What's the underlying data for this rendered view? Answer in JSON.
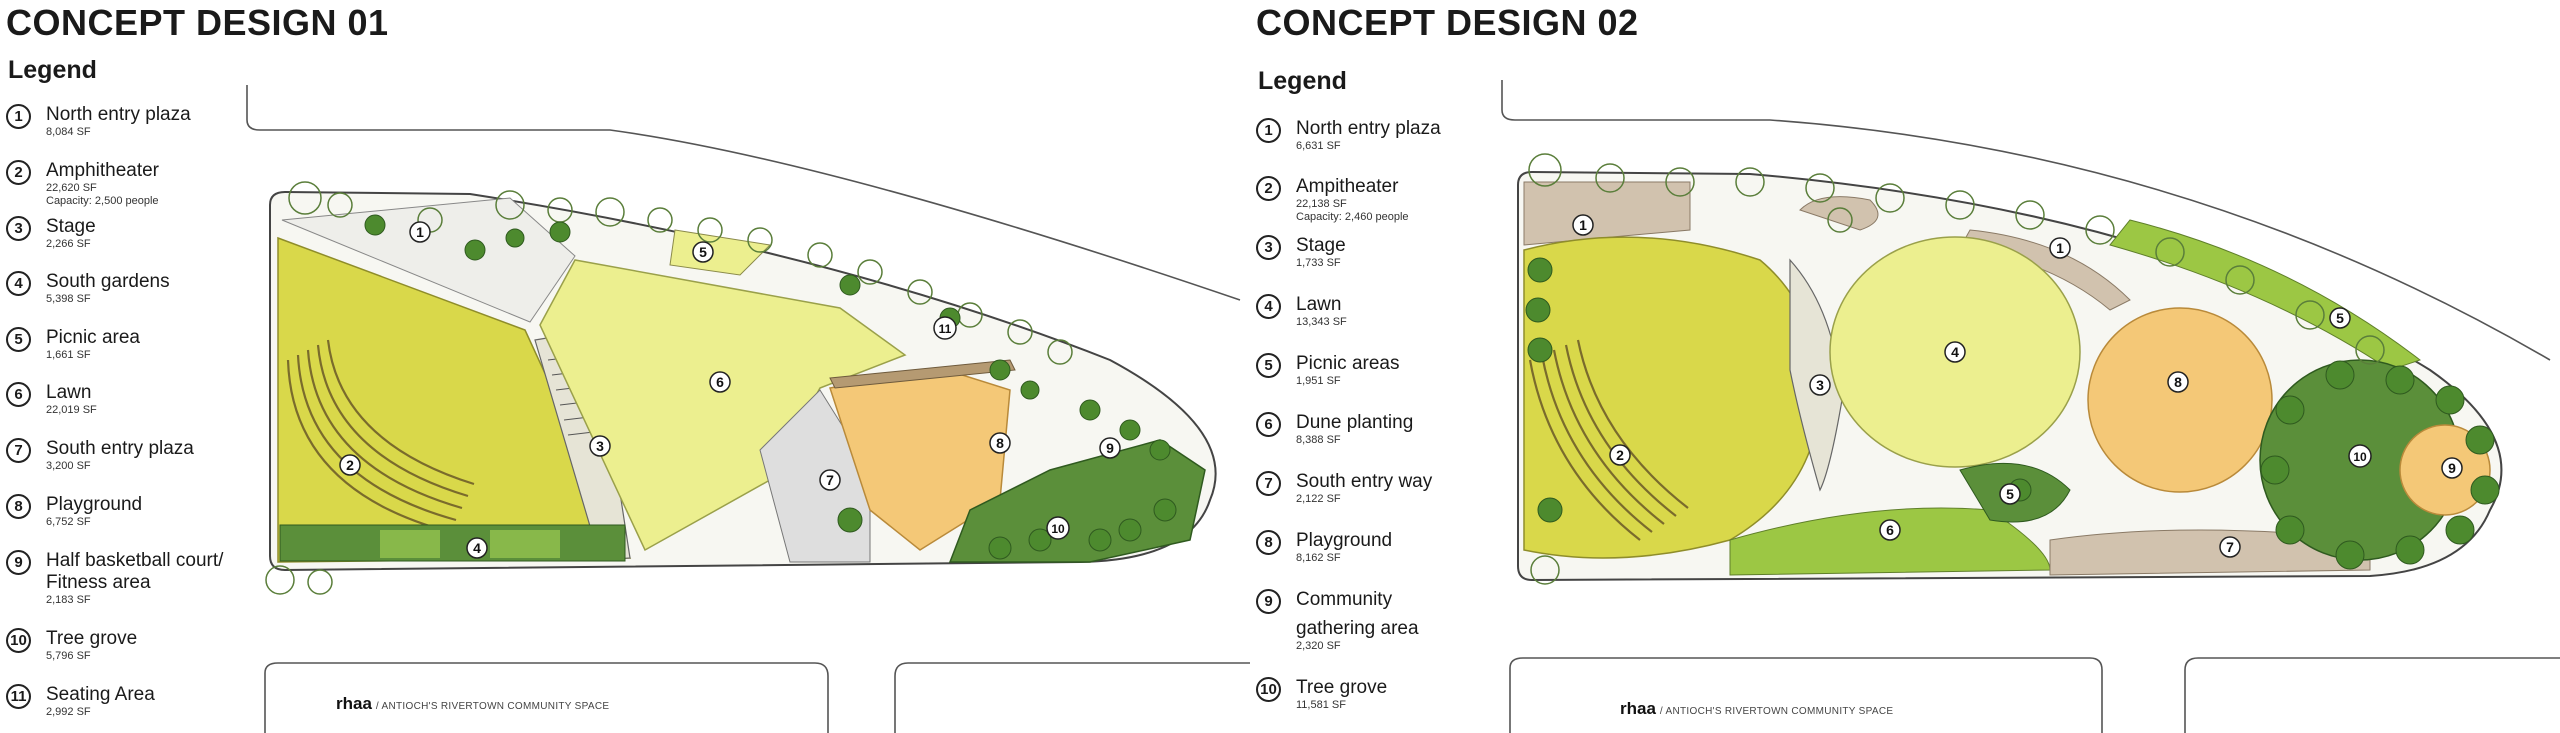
{
  "concept1": {
    "title": "CONCEPT DESIGN 01",
    "legend_title": "Legend",
    "items": [
      {
        "num": "1",
        "name": "North entry plaza",
        "area": "8,084 SF"
      },
      {
        "num": "2",
        "name": "Amphitheater",
        "area": "22,620 SF",
        "extra": "Capacity: 2,500 people"
      },
      {
        "num": "3",
        "name": "Stage",
        "area": "2,266 SF"
      },
      {
        "num": "4",
        "name": "South gardens",
        "area": "5,398 SF"
      },
      {
        "num": "5",
        "name": "Picnic area",
        "area": "1,661 SF"
      },
      {
        "num": "6",
        "name": "Lawn",
        "area": "22,019 SF"
      },
      {
        "num": "7",
        "name": "South entry plaza",
        "area": "3,200 SF"
      },
      {
        "num": "8",
        "name": "Playground",
        "area": "6,752 SF"
      },
      {
        "num": "9",
        "name": "Half basketball court/",
        "name2": "Fitness area",
        "area": "2,183 SF"
      },
      {
        "num": "10",
        "name": "Tree grove",
        "area": "5,796 SF"
      },
      {
        "num": "11",
        "name": "Seating Area",
        "area": "2,992 SF"
      }
    ],
    "credit_logo": "rhaa",
    "credit_text": "/  ANTIOCH'S RIVERTOWN COMMUNITY SPACE"
  },
  "concept2": {
    "title": "CONCEPT DESIGN 02",
    "legend_title": "Legend",
    "items": [
      {
        "num": "1",
        "name": "North entry plaza",
        "area": "6,631 SF"
      },
      {
        "num": "2",
        "name": "Ampitheater",
        "area": "22,138 SF",
        "extra": "Capacity: 2,460 people"
      },
      {
        "num": "3",
        "name": "Stage",
        "area": "1,733 SF"
      },
      {
        "num": "4",
        "name": "Lawn",
        "area": "13,343 SF"
      },
      {
        "num": "5",
        "name": "Picnic areas",
        "area": "1,951 SF"
      },
      {
        "num": "6",
        "name": "Dune planting",
        "area": "8,388 SF"
      },
      {
        "num": "7",
        "name": "South entry way",
        "area": "2,122 SF"
      },
      {
        "num": "8",
        "name": "Playground",
        "area": "8,162 SF"
      },
      {
        "num": "9",
        "name": "Community",
        "name2": "gathering area",
        "area": "2,320 SF"
      },
      {
        "num": "10",
        "name": "Tree grove",
        "area": "11,581 SF"
      }
    ],
    "credit_logo": "rhaa",
    "credit_text": "/  ANTIOCH'S RIVERTOWN COMMUNITY SPACE"
  },
  "colors": {
    "lawn": "#ecef8f",
    "amphitheater": "#d9d84a",
    "playground": "#f4c877",
    "tree": "#5b8f3a",
    "dune": "#9cc744",
    "paving": "#d1c2ae",
    "path": "#eeeeea"
  }
}
